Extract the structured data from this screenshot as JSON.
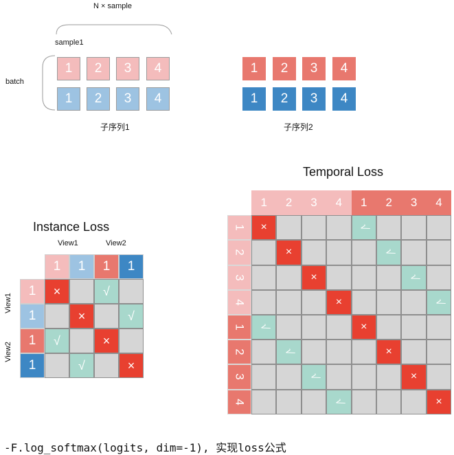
{
  "colors": {
    "pink": "#f4bcbc",
    "red": "#e8786e",
    "lightblue": "#9dc3e2",
    "blue": "#3d87c4",
    "teal": "#a8d8cc",
    "cross": "#e84030",
    "grid": "#d6d6d6"
  },
  "top": {
    "n_sample_label": "N × sample",
    "sample1_label": "sample1",
    "batch_label": "batch",
    "seq1": {
      "caption": "子序列1",
      "row1": [
        "1",
        "2",
        "3",
        "4"
      ],
      "row2": [
        "1",
        "2",
        "3",
        "4"
      ]
    },
    "seq2": {
      "caption": "子序列2",
      "row1": [
        "1",
        "2",
        "3",
        "4"
      ],
      "row2": [
        "1",
        "2",
        "3",
        "4"
      ]
    }
  },
  "instance": {
    "title": "Instance Loss",
    "view1_label": "View1",
    "view2_label": "View2",
    "headers": [
      "1",
      "1",
      "1",
      "1"
    ],
    "rows": [
      "1",
      "1",
      "1",
      "1"
    ],
    "cross_mark": "×",
    "check_mark": "√"
  },
  "temporal": {
    "title": "Temporal Loss",
    "headers": [
      "1",
      "2",
      "3",
      "4",
      "1",
      "2",
      "3",
      "4"
    ],
    "rows": [
      "1",
      "2",
      "3",
      "4",
      "1",
      "2",
      "3",
      "4"
    ],
    "cross_mark": "×",
    "check_mark": "√"
  },
  "footer": {
    "formula": "-F.log_softmax(logits, dim=-1), 实现loss公式"
  }
}
